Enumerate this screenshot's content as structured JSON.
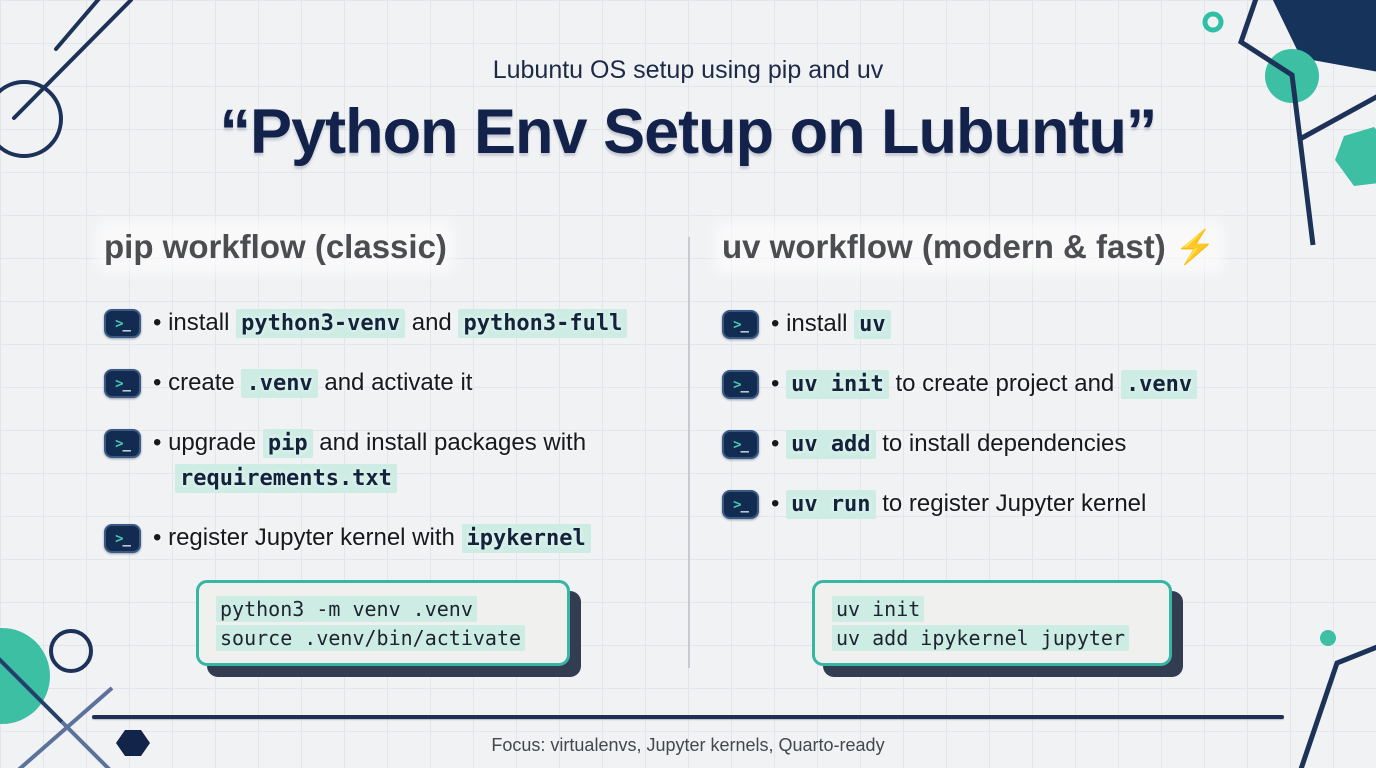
{
  "page": {
    "subtitle": "Lubuntu OS setup using pip and uv",
    "title": "“Python Env Setup on Lubuntu”",
    "footer": "Focus: virtualenvs, Jupyter kernels, Quarto-ready"
  },
  "columns": [
    {
      "heading": "pip workflow (classic)",
      "heading_emoji": "",
      "items": [
        {
          "segments": [
            {
              "text": "install ",
              "code": false
            },
            {
              "text": "python3-venv",
              "code": true
            },
            {
              "text": " and ",
              "code": false
            },
            {
              "text": "python3-full",
              "code": true
            }
          ]
        },
        {
          "segments": [
            {
              "text": "create ",
              "code": false
            },
            {
              "text": ".venv",
              "code": true
            },
            {
              "text": " and activate it",
              "code": false
            }
          ]
        },
        {
          "segments": [
            {
              "text": "upgrade ",
              "code": false
            },
            {
              "text": "pip",
              "code": true
            },
            {
              "text": " and install packages with ",
              "code": false
            },
            {
              "text": "requirements.txt",
              "code": true
            }
          ]
        },
        {
          "segments": [
            {
              "text": "register Jupyter kernel with ",
              "code": false
            },
            {
              "text": "ipykernel",
              "code": true
            }
          ]
        }
      ],
      "code_lines": [
        "python3 -m venv .venv",
        "source .venv/bin/activate"
      ]
    },
    {
      "heading": "uv workflow (modern & fast)",
      "heading_emoji": "⚡",
      "items": [
        {
          "segments": [
            {
              "text": "install ",
              "code": false
            },
            {
              "text": "uv",
              "code": true
            }
          ]
        },
        {
          "segments": [
            {
              "text": "uv init",
              "code": true
            },
            {
              "text": " to create project and ",
              "code": false
            },
            {
              "text": ".venv",
              "code": true
            }
          ]
        },
        {
          "segments": [
            {
              "text": "uv add",
              "code": true
            },
            {
              "text": " to install dependencies",
              "code": false
            }
          ]
        },
        {
          "segments": [
            {
              "text": "uv run",
              "code": true
            },
            {
              "text": " to register Jupyter kernel",
              "code": false
            }
          ]
        }
      ],
      "code_lines": [
        "uv init",
        "uv add ipykernel jupyter"
      ]
    }
  ],
  "icons": {
    "terminal_prompt": ">_",
    "bullet": "•",
    "lightning": "⚡"
  },
  "colors": {
    "navy": "#16294e",
    "teal": "#3dbfa4",
    "mint_highlight": "#cdece4",
    "heading_gray": "#4b4d51",
    "background": "#f1f2f4",
    "shadow_slate": "#323d52",
    "lightning_yellow": "#f0a82a"
  }
}
